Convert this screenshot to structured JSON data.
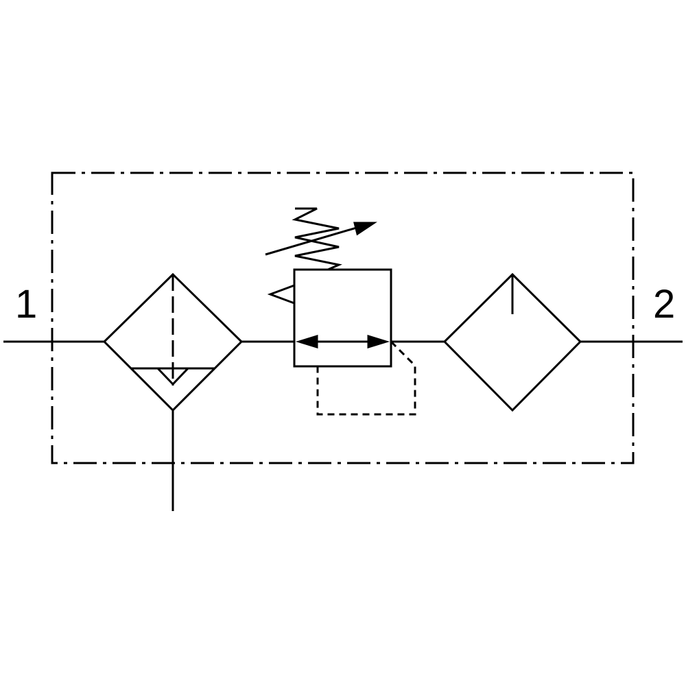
{
  "diagram": {
    "type": "pneumatic-schematic",
    "description_units": "filter-regulator-lubricator",
    "ports": {
      "inlet_label": "1",
      "outlet_label": "2"
    },
    "components": [
      {
        "name": "filter-with-manual-drain"
      },
      {
        "name": "pressure-regulator-relieving"
      },
      {
        "name": "lubricator"
      }
    ]
  },
  "colors": {
    "line": "#000000",
    "background": "#ffffff"
  }
}
